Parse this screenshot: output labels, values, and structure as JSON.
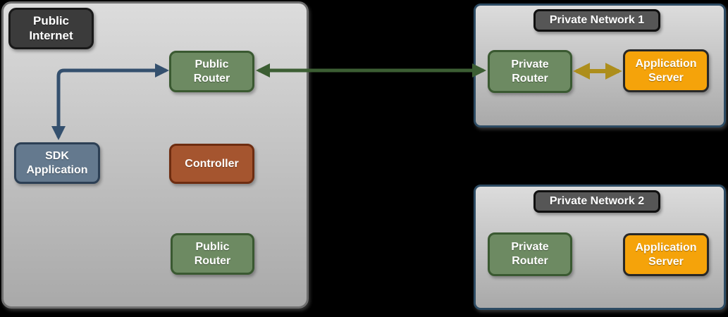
{
  "colors": {
    "canvas_bg": "#000000",
    "container_fill_top": "#dcdcdc",
    "container_fill_bottom": "#a9a9a9",
    "public_container_border": "#6e6e6e",
    "private_container_border": "#2d4b63",
    "dark_label_fill": "#3b3b3b",
    "dark_label_border": "#191919",
    "network_label_fill": "#565656",
    "network_label_border": "#101010",
    "green_fill": "#6d8a62",
    "green_border": "#3a5931",
    "slate_fill": "#64798e",
    "slate_border": "#2c3f54",
    "rust_fill": "#a5552f",
    "rust_border": "#6e2d11",
    "orange_fill": "#f5a30a",
    "orange_border": "#282828",
    "text_color": "#ffffff"
  },
  "diagram": {
    "public_internet": {
      "label": "Public Internet",
      "nodes": [
        {
          "id": "public-router-1",
          "label": "Public Router",
          "kind": "public-router"
        },
        {
          "id": "sdk-application",
          "label": "SDK Application",
          "kind": "sdk-application"
        },
        {
          "id": "controller",
          "label": "Controller",
          "kind": "controller"
        },
        {
          "id": "public-router-2",
          "label": "Public Router",
          "kind": "public-router"
        }
      ]
    },
    "private_network_1": {
      "label": "Private Network 1",
      "nodes": [
        {
          "id": "private-router-1",
          "label": "Private Router",
          "kind": "private-router"
        },
        {
          "id": "application-server-1",
          "label": "Application Server",
          "kind": "application-server"
        }
      ]
    },
    "private_network_2": {
      "label": "Private Network 2",
      "nodes": [
        {
          "id": "private-router-2",
          "label": "Private Router",
          "kind": "private-router"
        },
        {
          "id": "application-server-2",
          "label": "Application Server",
          "kind": "application-server"
        }
      ]
    },
    "connections": [
      {
        "from": "public-router-1",
        "to": "sdk-application",
        "bidirectional": true,
        "shape": "elbow",
        "color": "#34506e"
      },
      {
        "from": "public-router-1",
        "to": "private-router-1",
        "bidirectional": true,
        "shape": "straight",
        "color": "#3c5e33"
      },
      {
        "from": "private-router-1",
        "to": "application-server-1",
        "bidirectional": true,
        "shape": "straight",
        "color": "#ad8e1c"
      }
    ]
  }
}
